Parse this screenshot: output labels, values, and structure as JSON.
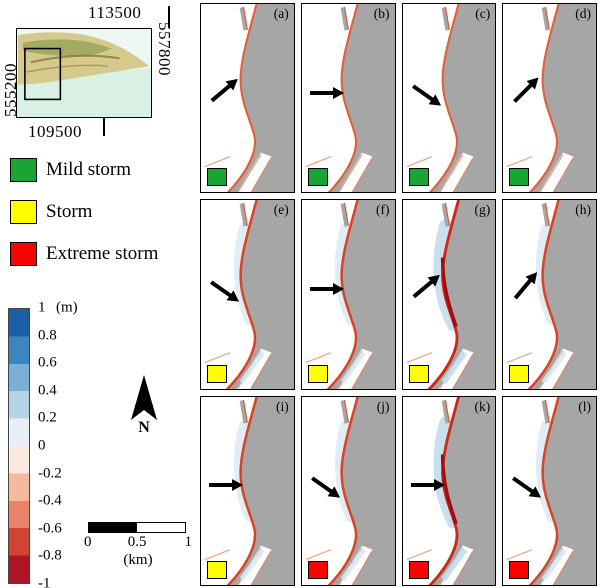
{
  "figure": {
    "inset_map": {
      "coord_top": "113500",
      "coord_right": "557800",
      "coord_left": "555200",
      "coord_bottom": "109500"
    },
    "legend": {
      "items": [
        {
          "label": "Mild storm",
          "color": "#1aa433"
        },
        {
          "label": "Storm",
          "color": "#ffff00"
        },
        {
          "label": "Extreme storm",
          "color": "#ff0000"
        }
      ]
    },
    "colorbar": {
      "unit_label": "(m)",
      "tick_labels": [
        "1",
        "0.8",
        "0.6",
        "0.4",
        "0.2",
        "0",
        "-0.2",
        "-0.4",
        "-0.6",
        "-0.8",
        "-1"
      ],
      "segment_colors": [
        "#1c5fa8",
        "#3d85c0",
        "#7ab0d4",
        "#b5d4e7",
        "#e7f0f6",
        "#fbe9e0",
        "#f5b99d",
        "#e8836a",
        "#d14432",
        "#ad1426"
      ]
    },
    "north_arrow_label": "N",
    "scale_bar": {
      "tick_labels": [
        "0",
        "0.5",
        "1"
      ],
      "unit_label": "(km)"
    },
    "map_colors": {
      "land_gray": "#a6a6a6",
      "erosion_low": "#e2603a",
      "erosion_med": "#da4424",
      "erosion_high": "#cc2a16",
      "erosion_extreme": "#a30d12",
      "accretion_blue": "#c4dcec"
    },
    "panels": [
      {
        "label": "(a)",
        "storm": "mild",
        "square_color": "#1aa433",
        "arrow_deg": -40,
        "intensity": "low"
      },
      {
        "label": "(b)",
        "storm": "mild",
        "square_color": "#1aa433",
        "arrow_deg": 0,
        "intensity": "low"
      },
      {
        "label": "(c)",
        "storm": "mild",
        "square_color": "#1aa433",
        "arrow_deg": 35,
        "intensity": "low"
      },
      {
        "label": "(d)",
        "storm": "mild",
        "square_color": "#1aa433",
        "arrow_deg": -45,
        "intensity": "low"
      },
      {
        "label": "(e)",
        "storm": "storm",
        "square_color": "#ffff00",
        "arrow_deg": 35,
        "intensity": "med"
      },
      {
        "label": "(f)",
        "storm": "storm",
        "square_color": "#ffff00",
        "arrow_deg": 0,
        "intensity": "med"
      },
      {
        "label": "(g)",
        "storm": "storm",
        "square_color": "#ffff00",
        "arrow_deg": -40,
        "intensity": "high"
      },
      {
        "label": "(h)",
        "storm": "storm",
        "square_color": "#ffff00",
        "arrow_deg": -50,
        "intensity": "med"
      },
      {
        "label": "(i)",
        "storm": "storm",
        "square_color": "#ffff00",
        "arrow_deg": 0,
        "intensity": "med"
      },
      {
        "label": "(j)",
        "storm": "extreme",
        "square_color": "#ff0000",
        "arrow_deg": 35,
        "intensity": "med"
      },
      {
        "label": "(k)",
        "storm": "extreme",
        "square_color": "#ff0000",
        "arrow_deg": 0,
        "intensity": "high"
      },
      {
        "label": "(l)",
        "storm": "extreme",
        "square_color": "#ff0000",
        "arrow_deg": 35,
        "intensity": "med"
      }
    ]
  }
}
